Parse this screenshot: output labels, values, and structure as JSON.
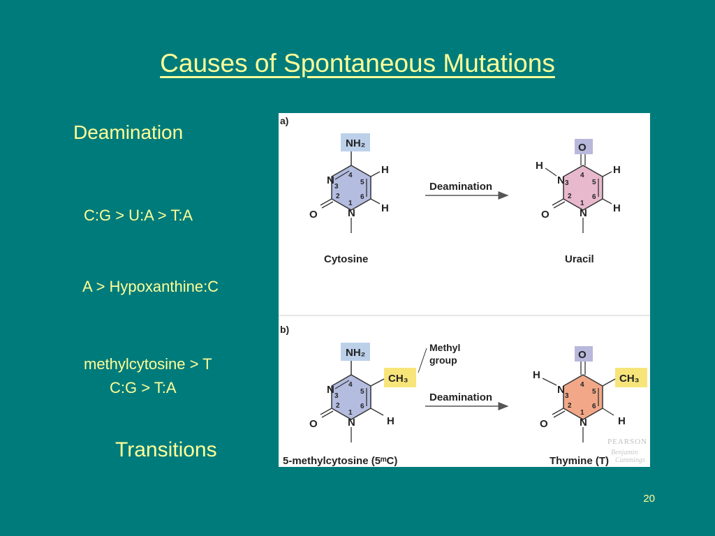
{
  "slide": {
    "title": "Causes of Spontaneous Mutations",
    "slide_number": "20",
    "bullets": {
      "deamination": "Deamination",
      "cg_ua_ta": "C:G > U:A > T:A",
      "a_hypo": "A > Hypoxanthine:C",
      "methylcytosine": "methylcytosine > T",
      "cg_ta": "C:G > T:A",
      "transitions": "Transitions"
    }
  },
  "figure": {
    "panel_a_label": "a)",
    "panel_b_label": "b)",
    "arrow_label": "Deamination",
    "methyl_group_label_1": "Methyl",
    "methyl_group_label_2": "group",
    "cytosine": "Cytosine",
    "uracil": "Uracil",
    "methylcytosine": "5-methylcytosine (5ᵐC)",
    "thymine": "Thymine (T)",
    "nh2": "NH₂",
    "ch3": "CH₃",
    "o": "O",
    "n": "N",
    "h": "H",
    "n3": "3",
    "ring_numbers": [
      "1",
      "2",
      "3",
      "4",
      "5",
      "6"
    ],
    "publisher": "PEARSON",
    "publisher_sub_1": "Benjamin",
    "publisher_sub_2": "Cummings",
    "colors": {
      "background": "#007b7b",
      "text": "#ffff99",
      "cytosine_ring": "#b4bde0",
      "uracil_ring": "#e8b9cd",
      "thymine_ring": "#f2a888",
      "amino_box": "#bcd0ea",
      "oxo_box": "#b8b8dc",
      "methyl_box": "#f7e57a"
    }
  }
}
